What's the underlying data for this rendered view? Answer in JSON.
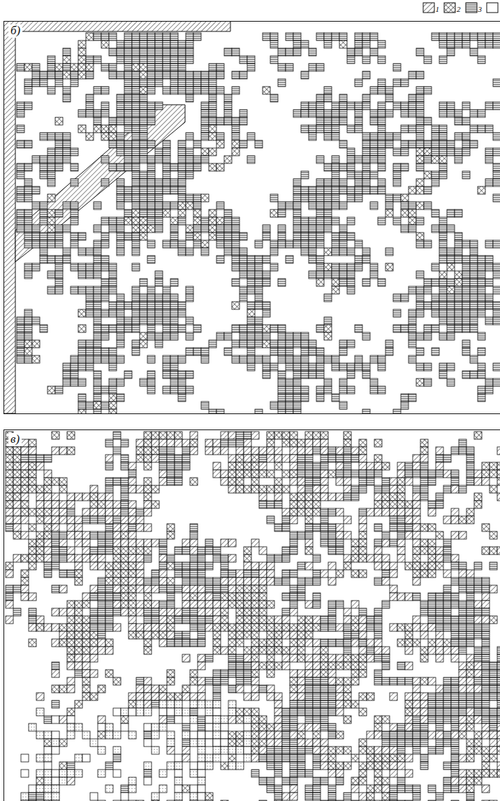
{
  "diagram": {
    "nodes": [
      {
        "text": [
          "б)"
        ]
      },
      {
        "text": [
          "в)"
        ]
      }
    ],
    "legend": [
      {
        "text": "1"
      },
      {
        "text": "2"
      },
      {
        "text": "3"
      }
    ]
  }
}
